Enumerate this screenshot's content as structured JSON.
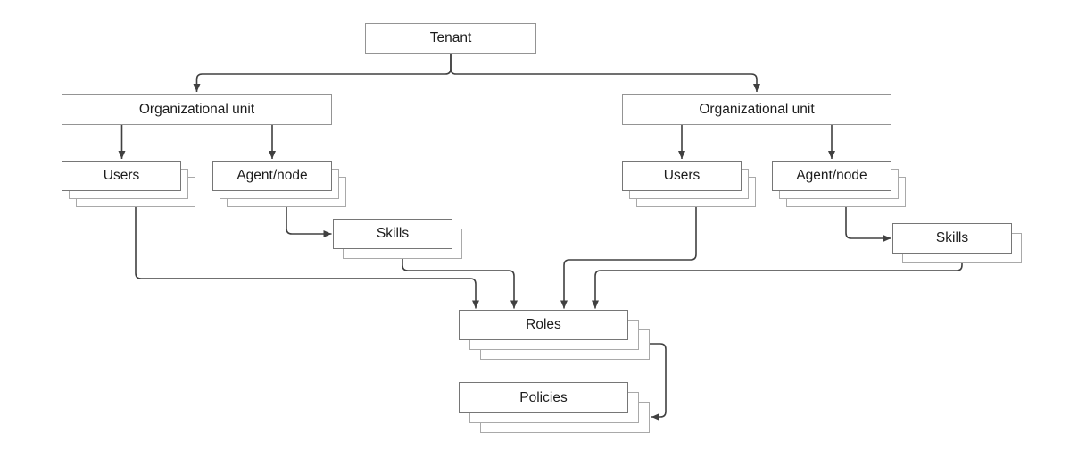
{
  "diagram": {
    "type": "hierarchy-flowchart",
    "colors": {
      "background": "#ffffff",
      "box_fill": "#ffffff",
      "box_border": "#767676",
      "single_box_border": "#949494",
      "stack_layer_border": "#a9a9a9",
      "connector": "#404040",
      "text": "#1c1c1c"
    },
    "nodes": {
      "tenant": {
        "label": "Tenant",
        "stacked": false
      },
      "ou_left": {
        "label": "Organizational unit",
        "stacked": false
      },
      "users_left": {
        "label": "Users",
        "stacked": true,
        "stack_layers": 3
      },
      "agent_left": {
        "label": "Agent/node",
        "stacked": true,
        "stack_layers": 3
      },
      "skills_left": {
        "label": "Skills",
        "stacked": true,
        "stack_layers": 2
      },
      "ou_right": {
        "label": "Organizational unit",
        "stacked": false
      },
      "users_right": {
        "label": "Users",
        "stacked": true,
        "stack_layers": 3
      },
      "agent_right": {
        "label": "Agent/node",
        "stacked": true,
        "stack_layers": 3
      },
      "skills_right": {
        "label": "Skills",
        "stacked": true,
        "stack_layers": 2
      },
      "roles": {
        "label": "Roles",
        "stacked": true,
        "stack_layers": 3
      },
      "policies": {
        "label": "Policies",
        "stacked": true,
        "stack_layers": 3
      }
    },
    "edges": [
      {
        "from": "tenant",
        "to": "ou_left"
      },
      {
        "from": "tenant",
        "to": "ou_right"
      },
      {
        "from": "ou_left",
        "to": "users_left"
      },
      {
        "from": "ou_left",
        "to": "agent_left"
      },
      {
        "from": "agent_left",
        "to": "skills_left"
      },
      {
        "from": "ou_right",
        "to": "users_right"
      },
      {
        "from": "ou_right",
        "to": "agent_right"
      },
      {
        "from": "agent_right",
        "to": "skills_right"
      },
      {
        "from": "users_left",
        "to": "roles"
      },
      {
        "from": "skills_left",
        "to": "roles"
      },
      {
        "from": "users_right",
        "to": "roles"
      },
      {
        "from": "skills_right",
        "to": "roles"
      },
      {
        "from": "roles",
        "to": "policies"
      }
    ]
  }
}
